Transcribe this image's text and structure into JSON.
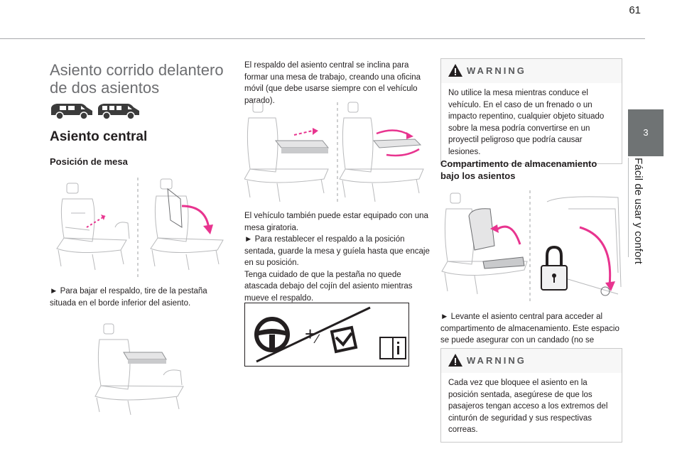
{
  "page_number": "61",
  "side_tab": {
    "chapter_number": "3",
    "chapter_title": "Fácil de usar y confort"
  },
  "left": {
    "section_title": "Asiento corrido delantero de dos asientos",
    "heading": "Asiento central",
    "subheading": "Posición de mesa",
    "instruction": "► Para bajar el respaldo, tire de la pestaña situada en el borde inferior del asiento."
  },
  "middle": {
    "intro": "El respaldo del asiento central se inclina para formar una mesa de trabajo, creando una oficina móvil (que debe usarse siempre con el vehículo parado).",
    "para1": "El vehículo también puede estar equipado con una mesa giratoria.",
    "para2": "► Para restablecer el respaldo a la posición sentada, guarde la mesa y guíela hasta que encaje en su posición.",
    "para3": "Tenga cuidado de que la pestaña no quede atascada debajo del cojín del asiento mientras mueve el respaldo."
  },
  "right": {
    "warning1": {
      "title": "WARNING",
      "text": "No utilice la mesa mientras conduce el vehículo. En el caso de un frenado o un impacto repentino, cualquier objeto situado sobre la mesa podría convertirse en un proyectil peligroso que podría causar lesiones."
    },
    "storage_heading": "Compartimento de almacenamiento bajo los asientos",
    "storage_instruction": "► Levante el asiento central para acceder al compartimento de almacenamiento. Este espacio se puede asegurar con un candado (no se suministra).",
    "warning2": {
      "title": "WARNING",
      "text": "Cada vez que bloquee el asiento en la posición sentada, asegúrese de que los pasajeros tengan acceso a los extremos del cinturón de seguridad y sus respectivas correas."
    }
  },
  "colors": {
    "accent_magenta": "#e8348f",
    "side_tab_bg": "#6f7374",
    "title_grey": "#6d6e71"
  },
  "icons": [
    "van-icon",
    "minibus-icon",
    "warning-triangle-icon",
    "steering-wheel-icon",
    "manual-book-icon",
    "padlock-icon"
  ]
}
